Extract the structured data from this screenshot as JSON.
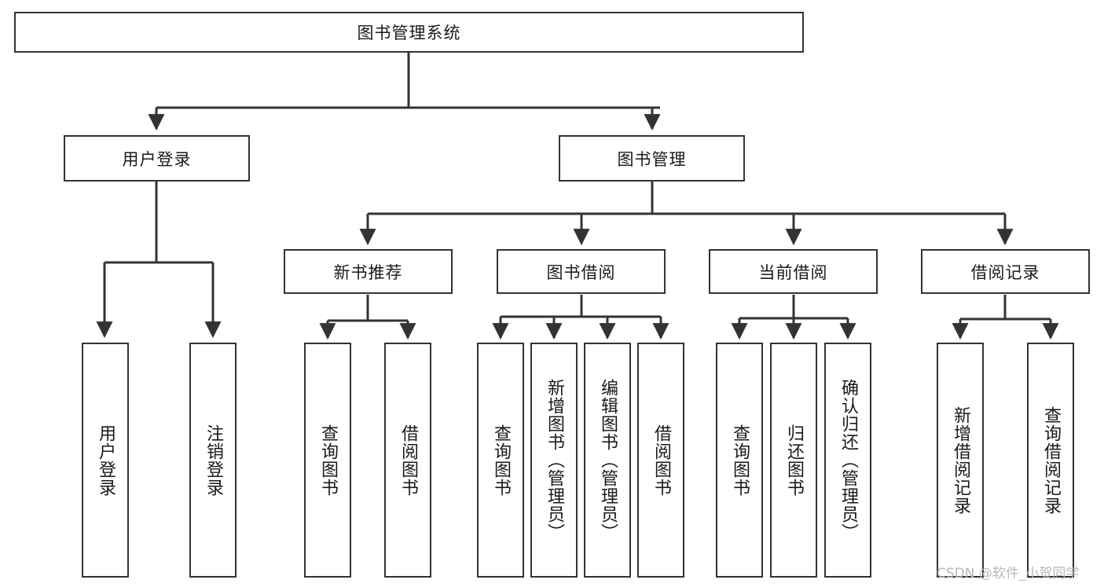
{
  "diagram": {
    "title_node": {
      "label": "图书管理系统"
    },
    "level2": [
      {
        "id": "user-login",
        "label": "用户登录"
      },
      {
        "id": "book-management",
        "label": "图书管理"
      }
    ],
    "level3": [
      {
        "id": "new-book-recommend",
        "label": "新书推荐"
      },
      {
        "id": "book-borrow",
        "label": "图书借阅"
      },
      {
        "id": "current-borrow",
        "label": "当前借阅"
      },
      {
        "id": "borrow-record",
        "label": "借阅记录"
      }
    ],
    "leaves": [
      {
        "id": "leaf-user-login",
        "label": "用户登录"
      },
      {
        "id": "leaf-logout-login",
        "label": "注销登录"
      },
      {
        "id": "leaf-query-book-1",
        "label": "查询图书"
      },
      {
        "id": "leaf-borrow-book-1",
        "label": "借阅图书"
      },
      {
        "id": "leaf-query-book-2",
        "label": "查询图书"
      },
      {
        "id": "leaf-add-book",
        "label": "新增图书（管理员）"
      },
      {
        "id": "leaf-edit-book",
        "label": "编辑图书（管理员）"
      },
      {
        "id": "leaf-borrow-book-2",
        "label": "借阅图书"
      },
      {
        "id": "leaf-query-book-3",
        "label": "查询图书"
      },
      {
        "id": "leaf-return-book",
        "label": "归还图书"
      },
      {
        "id": "leaf-confirm-return",
        "label": "确认归还（管理员）"
      },
      {
        "id": "leaf-add-record",
        "label": "新增借阅记录"
      },
      {
        "id": "leaf-query-record",
        "label": "查询借阅记录"
      }
    ]
  },
  "watermark": {
    "text": "CSDN @软件_小贺同学"
  },
  "colors": {
    "stroke": "#333333",
    "background": "#ffffff",
    "text": "#1a1a1a",
    "watermark": "#b8b8b8"
  }
}
